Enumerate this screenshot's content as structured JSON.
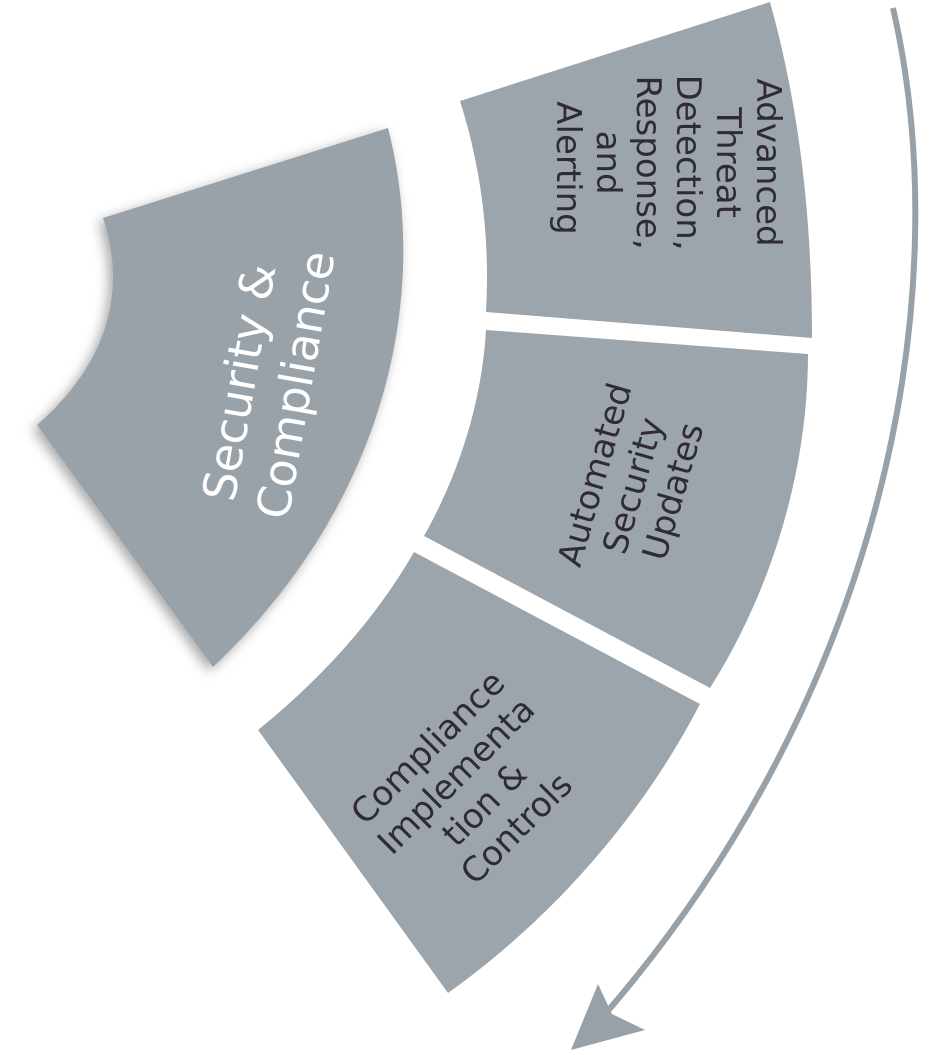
{
  "diagram": {
    "center": {
      "lines": [
        "Security &",
        "Compliance"
      ]
    },
    "segments": [
      {
        "id": "advanced-threat",
        "lines": [
          "Advanced",
          "Threat",
          "Detection,",
          "Response,",
          "and",
          "Alerting"
        ]
      },
      {
        "id": "automated-updates",
        "lines": [
          "Automated",
          "Security",
          "Updates"
        ]
      },
      {
        "id": "compliance-controls",
        "lines": [
          "Compliance",
          "Implementa",
          "tion &",
          "Controls"
        ]
      }
    ],
    "colors": {
      "segment_fill": "#9da5ac",
      "center_fill": "#9aa2a9",
      "segment_text": "#2f2a33",
      "center_text": "#ffffff",
      "arrow": "#98a1a8"
    }
  }
}
